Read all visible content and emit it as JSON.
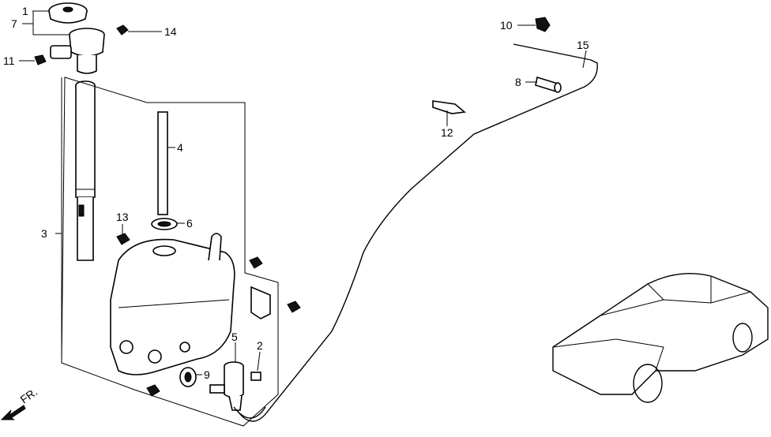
{
  "diagram": {
    "labels": {
      "p1": "1",
      "p2": "2",
      "p3": "3",
      "p4": "4",
      "p5": "5",
      "p6": "6",
      "p7": "7",
      "p8": "8",
      "p9": "9",
      "p10": "10",
      "p11": "11",
      "p12": "12",
      "p13": "13",
      "p14": "14",
      "p15": "15"
    },
    "front_indicator": "FR."
  }
}
